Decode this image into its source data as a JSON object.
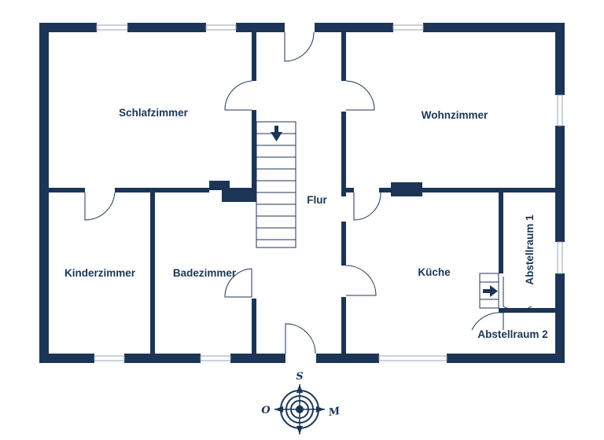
{
  "colors": {
    "wall": "#1c3556",
    "window": "#bfc6cf",
    "door_swing": "#1c3556",
    "background": "#ffffff"
  },
  "rooms": {
    "schlafzimmer": "Schlafzimmer",
    "wohnzimmer": "Wohnzimmer",
    "flur": "Flur",
    "kinderzimmer": "Kinderzimmer",
    "badezimmer": "Badezimmer",
    "kueche": "Küche",
    "abstellraum1": "Abstellraum 1",
    "abstellraum2": "Abstellraum 2"
  },
  "compass": {
    "north": "S",
    "west": "O",
    "east": "M",
    "icon": "compass-rose-icon"
  },
  "stairs": {
    "direction_icon": "arrow-down-icon"
  },
  "storage": {
    "direction_icon": "arrow-right-icon"
  }
}
